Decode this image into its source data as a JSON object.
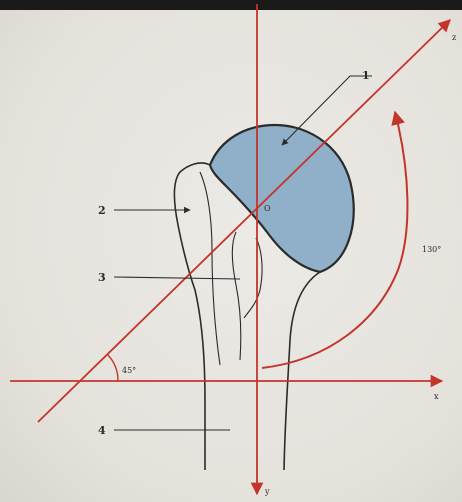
{
  "labels": {
    "part1": "1",
    "part2": "2",
    "part3": "3",
    "part4": "4",
    "center": "O",
    "angle_small": "45°",
    "angle_large": "130°",
    "axis_x": "x",
    "axis_y": "y",
    "axis_z": "z"
  },
  "colors": {
    "axis": "#c4342b",
    "head_fill": "#8fb0c8",
    "bone_outline": "#2b2b2b",
    "text": "#2a2a2a"
  }
}
